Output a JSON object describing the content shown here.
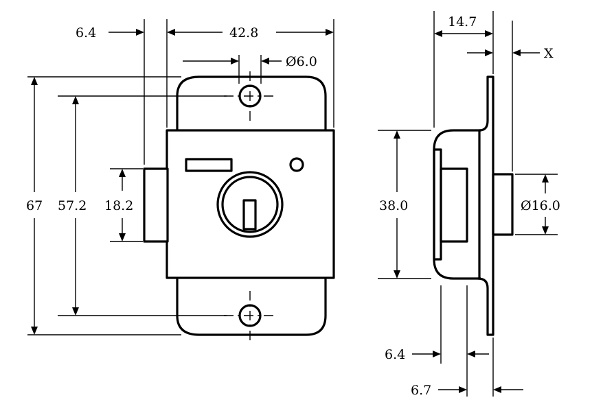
{
  "labels": {
    "width_left_offset": "6.4",
    "width_overall": "42.8",
    "hole_diameter": "Ø6.0",
    "height_overall": "67",
    "height_hole_centers": "57.2",
    "bolt_height": "18.2",
    "side_depth": "14.7",
    "side_x": "X",
    "side_height": "38.0",
    "cylinder_diameter": "Ø16.0",
    "bottom_offset_a": "6.4",
    "bottom_offset_b": "6.7"
  }
}
